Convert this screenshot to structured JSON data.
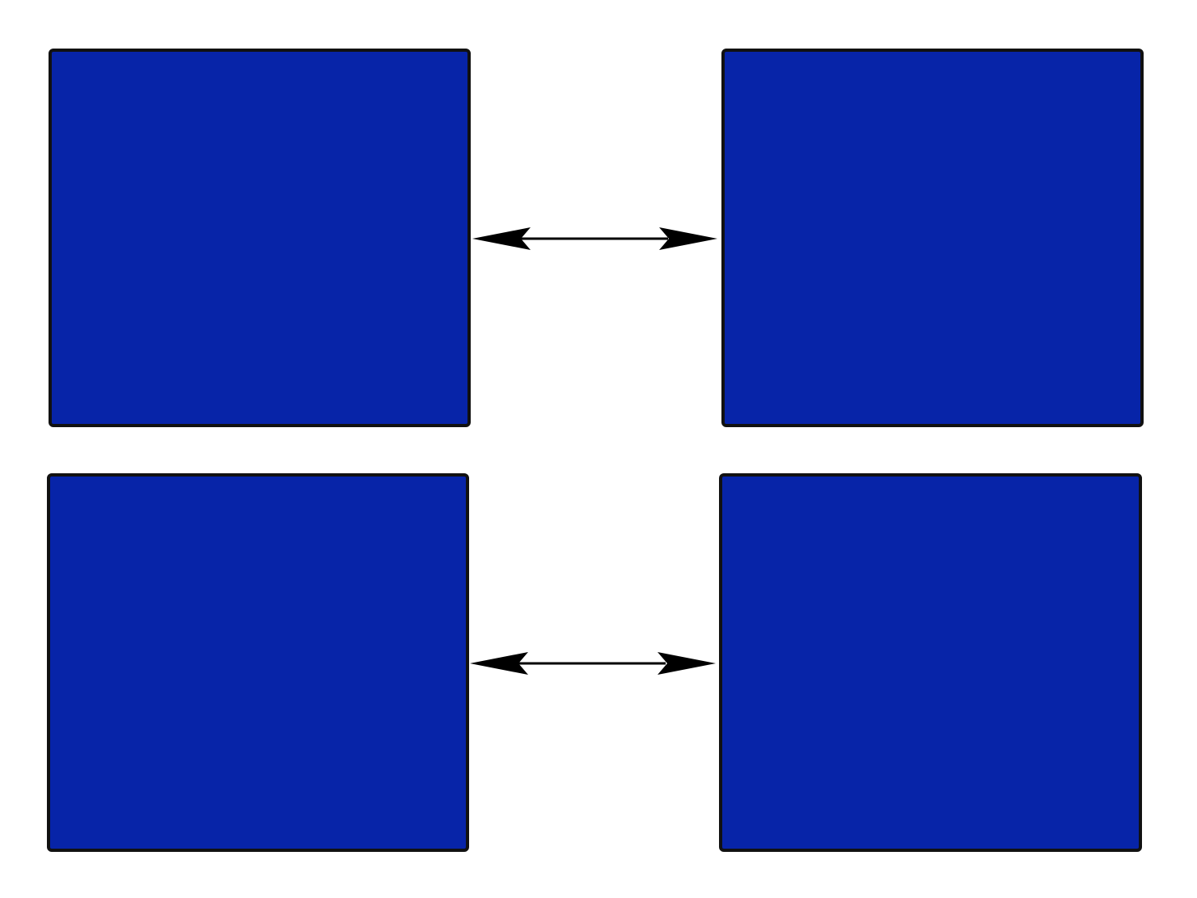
{
  "diagram": {
    "background_color": "#ffffff",
    "box_fill_color": "#0724A8",
    "box_border_color": "#111111",
    "arrow_color": "#000000",
    "boxes": [
      {
        "id": "top-left",
        "row": "top",
        "column": "left",
        "label": ""
      },
      {
        "id": "top-right",
        "row": "top",
        "column": "right",
        "label": ""
      },
      {
        "id": "bottom-left",
        "row": "bottom",
        "column": "left",
        "label": ""
      },
      {
        "id": "bottom-right",
        "row": "bottom",
        "column": "right",
        "label": ""
      }
    ],
    "connectors": [
      {
        "from": "top-left",
        "to": "top-right",
        "direction": "bidirectional"
      },
      {
        "from": "bottom-left",
        "to": "bottom-right",
        "direction": "bidirectional"
      }
    ]
  }
}
